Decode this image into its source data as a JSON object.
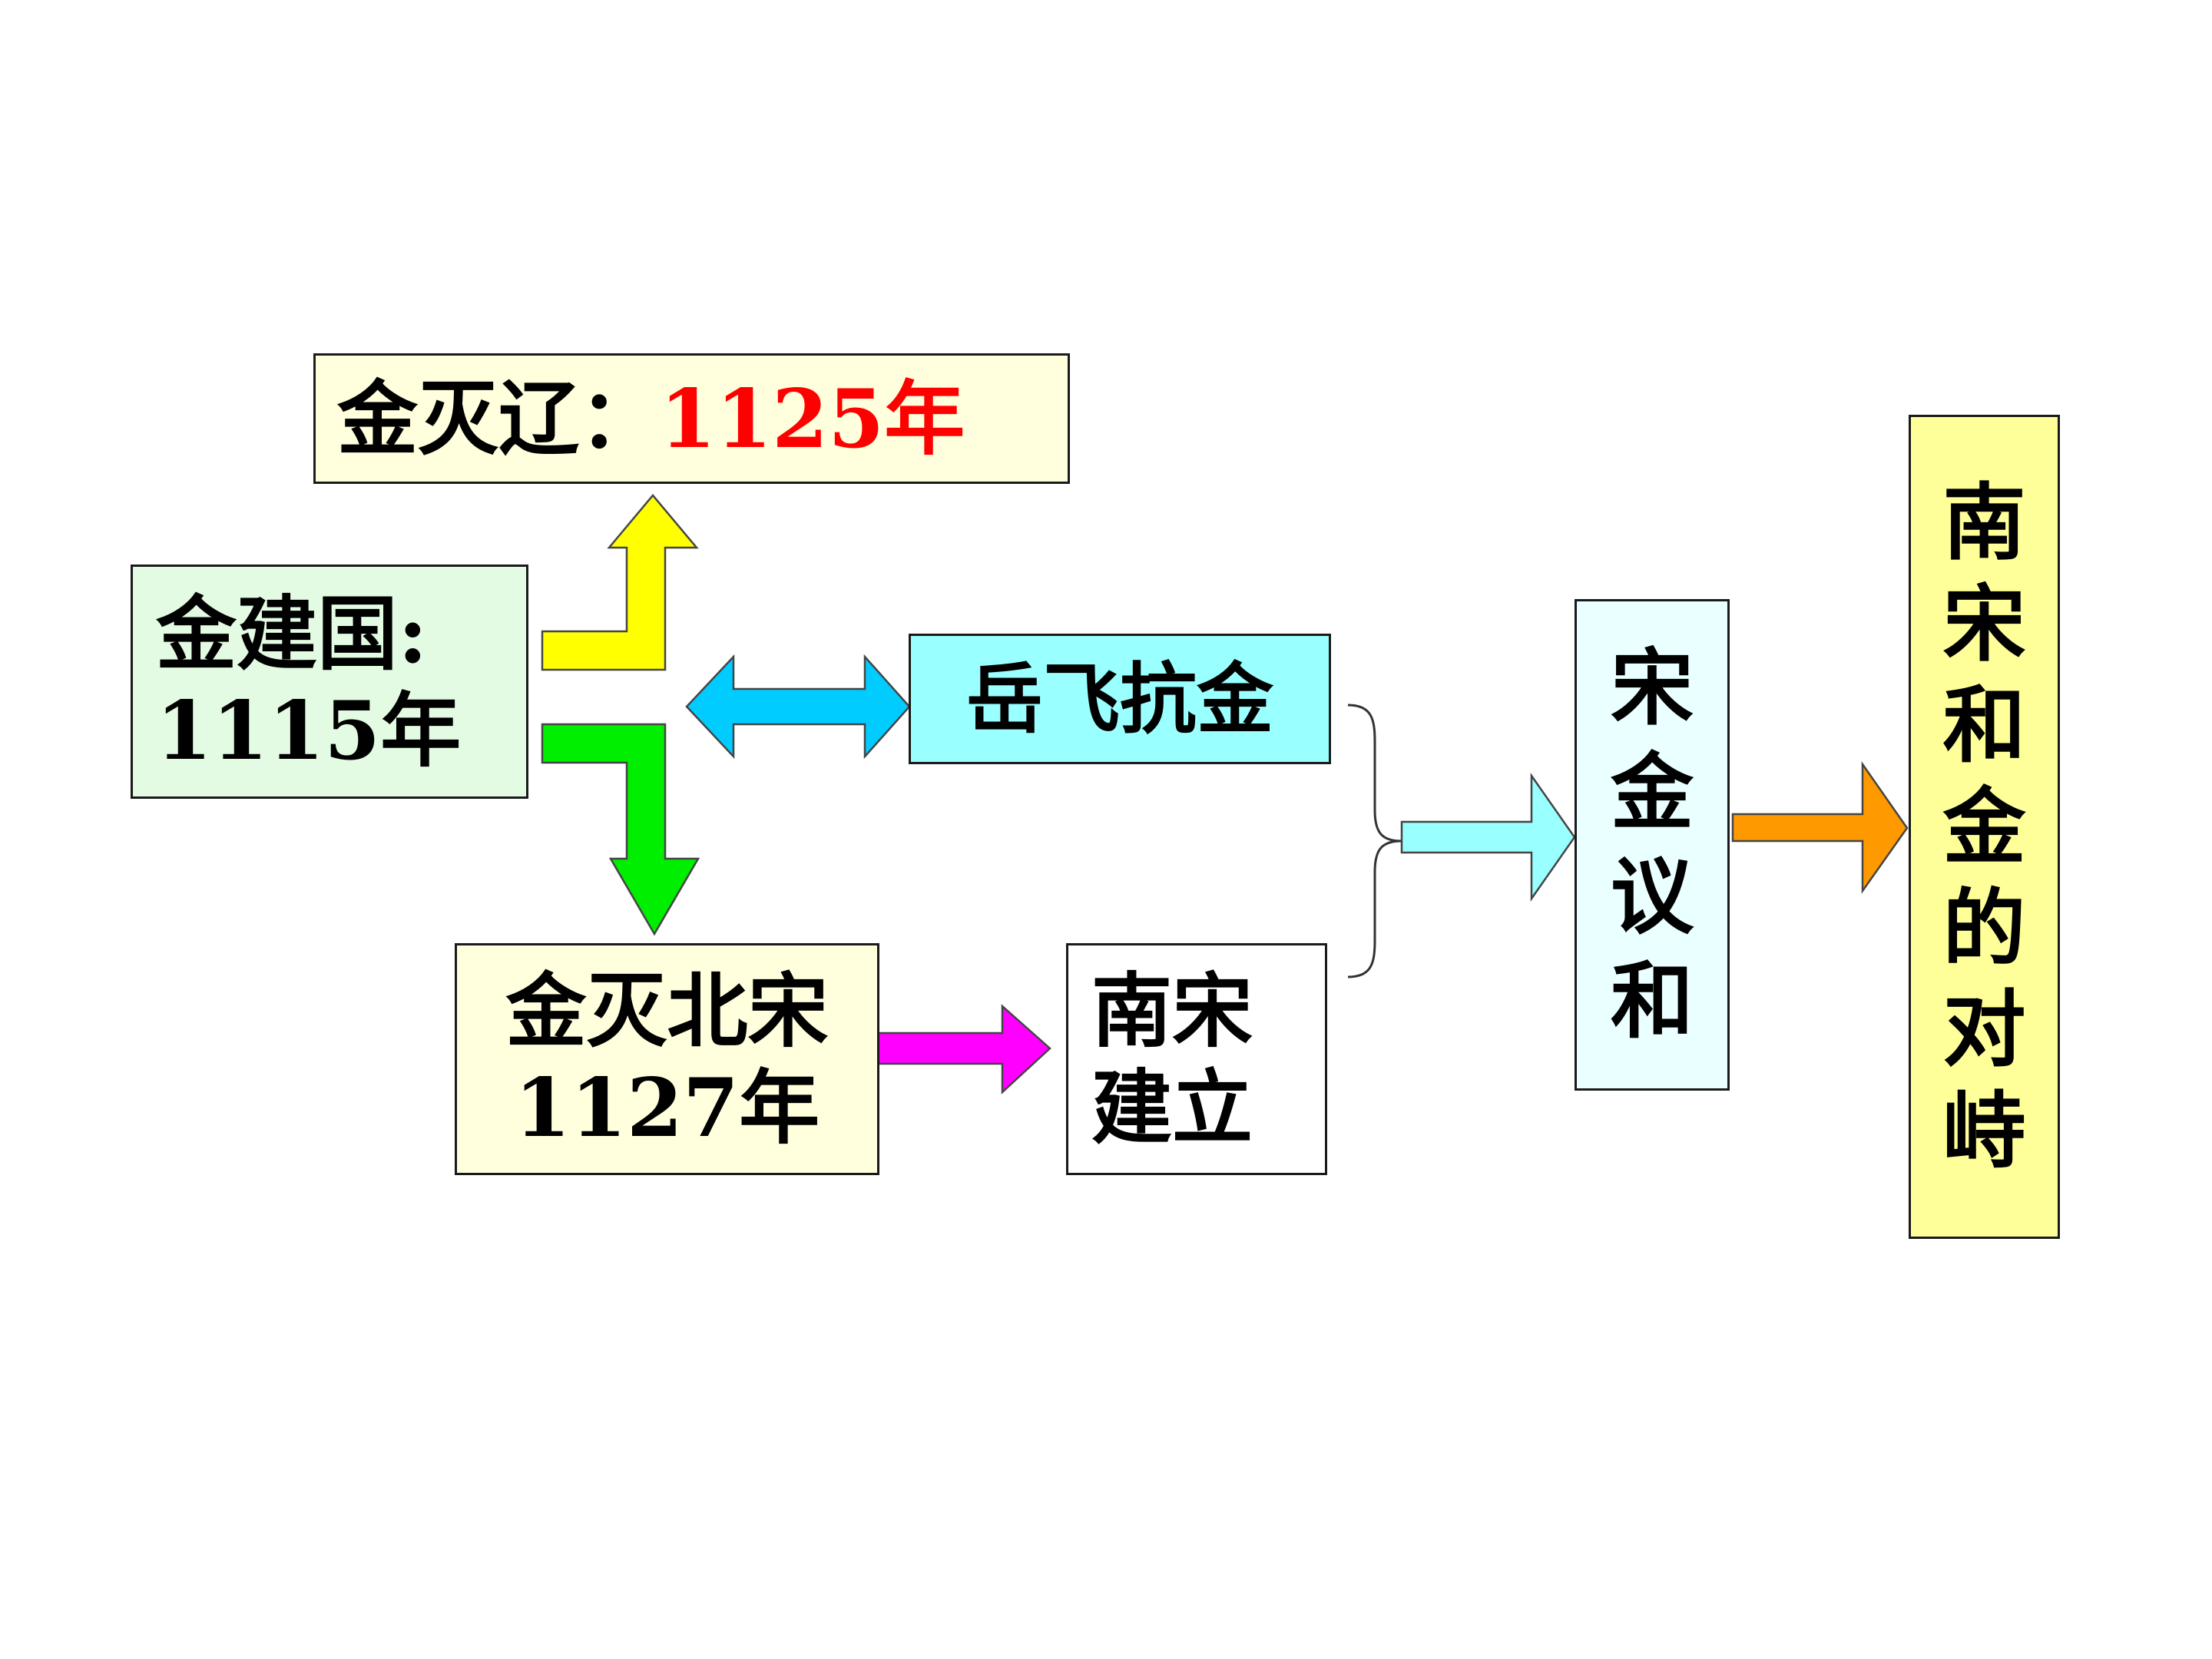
{
  "boxes": {
    "jin_founding": {
      "line1": "金建国:",
      "line2": "1115年"
    },
    "jin_destroys_liao": {
      "prefix": "金灭辽：",
      "year": "1125年"
    },
    "yue_fei": {
      "label": "岳飞抗金"
    },
    "jin_destroys_northern_song": {
      "line1": "金灭北宋",
      "line2": "1127年"
    },
    "southern_song_founded": {
      "line1": "南宋",
      "line2": "建立"
    },
    "song_jin_peace": {
      "chars": [
        "宋",
        "金",
        "议",
        "和"
      ]
    },
    "confrontation": {
      "chars": [
        "南",
        "宋",
        "和",
        "金",
        "的",
        "对",
        "峙"
      ]
    }
  },
  "colors": {
    "box_green_fill": "#e3fbe3",
    "box_yellow_fill": "#ffffdd",
    "box_cyan_fill": "#99ffff",
    "box_lightcyan_fill": "#eaffff",
    "box_bright_yellow_fill": "#ffff99",
    "arrow_yellow": "#ffff00",
    "arrow_green": "#00ee00",
    "arrow_blue": "#00ccff",
    "arrow_magenta": "#ff00ff",
    "arrow_lightcyan": "#99ffff",
    "arrow_orange": "#ff9900",
    "accent_red": "#ff0000"
  }
}
